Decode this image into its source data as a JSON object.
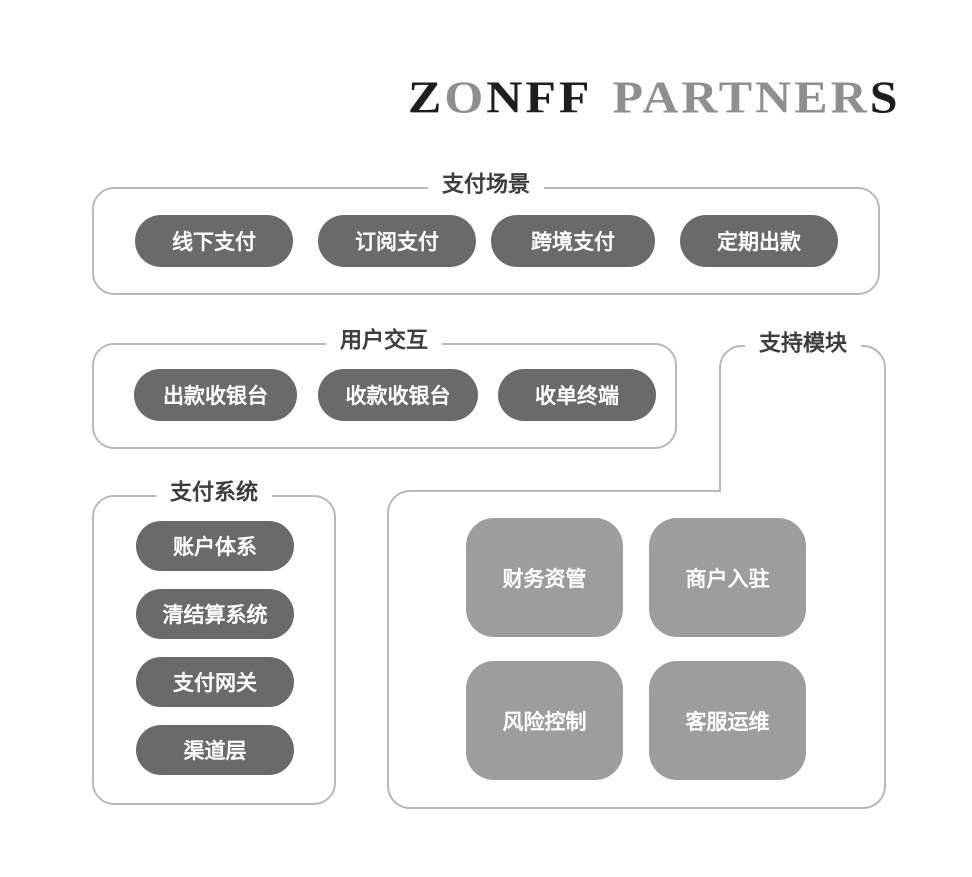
{
  "colors": {
    "background": "#ffffff",
    "outline": "#b9b9b9",
    "pill": "#6a6a6a",
    "module_tile": "#9d9d9d",
    "title_text": "#3d3d3d",
    "pill_text": "#ffffff",
    "logo_dark": "#1e1e1e",
    "logo_gray": "#8f8f8f"
  },
  "logo": {
    "seg_z": "Z",
    "seg_o": "O",
    "seg_nff": "NFF",
    "seg_partner": "PARTNER",
    "seg_s": "S"
  },
  "sections": {
    "scenes": {
      "title": "支付场景",
      "pills": [
        {
          "label": "线下支付"
        },
        {
          "label": "订阅支付"
        },
        {
          "label": "跨境支付"
        },
        {
          "label": "定期出款"
        }
      ]
    },
    "interaction": {
      "title": "用户交互",
      "pills": [
        {
          "label": "出款收银台"
        },
        {
          "label": "收款收银台"
        },
        {
          "label": "收单终端"
        }
      ]
    },
    "system": {
      "title": "支付系统",
      "pills": [
        {
          "label": "账户体系"
        },
        {
          "label": "清结算系统"
        },
        {
          "label": "支付网关"
        },
        {
          "label": "渠道层"
        }
      ]
    },
    "support": {
      "title": "支持模块",
      "modules": [
        {
          "label": "财务资管"
        },
        {
          "label": "商户入驻"
        },
        {
          "label": "风险控制"
        },
        {
          "label": "客服运维"
        }
      ]
    }
  }
}
